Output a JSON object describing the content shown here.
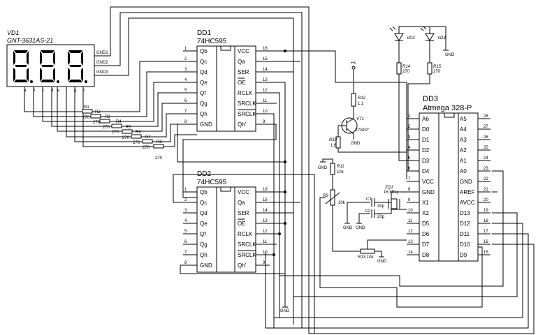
{
  "vd1": {
    "ref": "VD1",
    "part": "GNT-3631AS-21",
    "digit_segment_labels": [
      "a",
      "b",
      "c",
      "d",
      "e",
      "f",
      "g",
      "h"
    ],
    "gnd_labels": [
      "GND1",
      "GND2",
      "GND3"
    ],
    "pin_row": [
      "a",
      "b",
      "c",
      "d",
      "e",
      "f",
      "g",
      "h"
    ]
  },
  "resistors_left": [
    {
      "ref": "R1",
      "val": "270"
    },
    {
      "ref": "R2",
      "val": "270"
    },
    {
      "ref": "R3",
      "val": "270"
    },
    {
      "ref": "R4",
      "val": "270"
    },
    {
      "ref": "R5",
      "val": "270"
    },
    {
      "ref": "R6",
      "val": "270"
    },
    {
      "ref": "R7",
      "val": "270"
    },
    {
      "ref": "R8",
      "val": "270"
    }
  ],
  "dd1": {
    "ref": "DD1",
    "part": "74HC595",
    "left_pins": [
      {
        "num": "1",
        "name": "Qb"
      },
      {
        "num": "2",
        "name": "Qc"
      },
      {
        "num": "3",
        "name": "Qd"
      },
      {
        "num": "4",
        "name": "Qe"
      },
      {
        "num": "5",
        "name": "Qf"
      },
      {
        "num": "6",
        "name": "Qg"
      },
      {
        "num": "7",
        "name": "Qh"
      },
      {
        "num": "8",
        "name": "GND"
      }
    ],
    "right_pins": [
      {
        "num": "16",
        "name": "VCC"
      },
      {
        "num": "15",
        "name": "Qa"
      },
      {
        "num": "14",
        "name": "SER"
      },
      {
        "num": "13",
        "name": "OE"
      },
      {
        "num": "12",
        "name": "RCLK"
      },
      {
        "num": "11",
        "name": "SRCLK"
      },
      {
        "num": "10",
        "name": "SRCLK"
      },
      {
        "num": "9",
        "name": "Qh'"
      }
    ]
  },
  "dd2": {
    "ref": "DD2",
    "part": "74HC595",
    "left_pins": [
      {
        "num": "1",
        "name": "Qb"
      },
      {
        "num": "2",
        "name": "Qc"
      },
      {
        "num": "3",
        "name": "Qd"
      },
      {
        "num": "4",
        "name": "Qe"
      },
      {
        "num": "5",
        "name": "Qf"
      },
      {
        "num": "6",
        "name": "Qg"
      },
      {
        "num": "7",
        "name": "Qh"
      },
      {
        "num": "8",
        "name": "GND"
      }
    ],
    "right_pins": [
      {
        "num": "16",
        "name": "VCC"
      },
      {
        "num": "15",
        "name": "Qa"
      },
      {
        "num": "14",
        "name": "SER"
      },
      {
        "num": "13",
        "name": "OE"
      },
      {
        "num": "12",
        "name": "RCLK"
      },
      {
        "num": "11",
        "name": "SRCLK"
      },
      {
        "num": "10",
        "name": "SRCLK"
      },
      {
        "num": "9",
        "name": "Qh'"
      }
    ]
  },
  "dd3": {
    "ref": "DD3",
    "part": "Atmega 328-P",
    "left_pins": [
      {
        "num": "1",
        "name": "A6"
      },
      {
        "num": "2",
        "name": "D0"
      },
      {
        "num": "3",
        "name": "D1"
      },
      {
        "num": "4",
        "name": "D2"
      },
      {
        "num": "5",
        "name": "D3"
      },
      {
        "num": "6",
        "name": "D4"
      },
      {
        "num": "7",
        "name": "VCC"
      },
      {
        "num": "8",
        "name": "GND"
      },
      {
        "num": "9",
        "name": "X1"
      },
      {
        "num": "10",
        "name": "X2"
      },
      {
        "num": "11",
        "name": "D5"
      },
      {
        "num": "12",
        "name": "D6"
      },
      {
        "num": "13",
        "name": "D7"
      },
      {
        "num": "14",
        "name": "D8"
      }
    ],
    "right_pins": [
      {
        "num": "28",
        "name": "A5"
      },
      {
        "num": "27",
        "name": "A4"
      },
      {
        "num": "26",
        "name": "A3"
      },
      {
        "num": "25",
        "name": "A2"
      },
      {
        "num": "24",
        "name": "A1"
      },
      {
        "num": "23",
        "name": "A0"
      },
      {
        "num": "22",
        "name": "GND"
      },
      {
        "num": "21",
        "name": "AREF"
      },
      {
        "num": "20",
        "name": "AVCC"
      },
      {
        "num": "19",
        "name": "D13"
      },
      {
        "num": "18",
        "name": "D12"
      },
      {
        "num": "17",
        "name": "D11"
      },
      {
        "num": "16",
        "name": "D10"
      },
      {
        "num": "15",
        "name": "D9"
      }
    ]
  },
  "leds": [
    {
      "ref": "VD2"
    },
    {
      "ref": "VD3"
    }
  ],
  "r14": {
    "ref": "R14",
    "val": "270"
  },
  "r15": {
    "ref": "R15",
    "val": "270"
  },
  "vcc_label": "+5",
  "gnd_label": "GND",
  "r12": {
    "ref": "R12",
    "val": "1.1"
  },
  "vt1": {
    "ref": "VT1",
    "part": "KT819\""
  },
  "r10": {
    "ref": "R10",
    "val": "1.6"
  },
  "r11": {
    "ref": "R11",
    "val": "10k"
  },
  "r9": {
    "ref": "R9",
    "val": "10k"
  },
  "r13": {
    "ref": "R13 10k"
  },
  "c1": {
    "ref": "C1",
    "val": "30p"
  },
  "c2": {
    "ref": "C2",
    "val": "20p"
  },
  "zq1": {
    "ref": "ZQ1",
    "val": "16 МГц"
  }
}
